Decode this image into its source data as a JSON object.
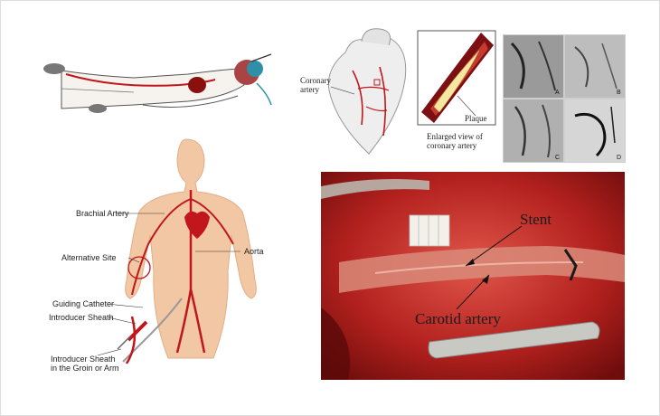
{
  "heart_panel": {
    "label_coronary": "Coronary\nartery",
    "label_plaque": "Plaque",
    "caption": "Enlarged view of\ncoronary artery"
  },
  "angio_panel": {
    "quadrants": [
      "A",
      "B",
      "C",
      "D"
    ]
  },
  "body_panel": {
    "brachial": "Brachial Artery",
    "alternative": "Alternative Site",
    "aorta": "Aorta",
    "guiding": "Guiding Catheter",
    "introducer": "Introducer Sheath",
    "groin": "Introducer Sheath\nin the Groin or Arm"
  },
  "surgery_panel": {
    "stent": "Stent",
    "carotid": "Carotid artery"
  },
  "colors": {
    "artery_red": "#c0161c",
    "skin": "#f2c7a3",
    "tissue": "#b3211e"
  }
}
